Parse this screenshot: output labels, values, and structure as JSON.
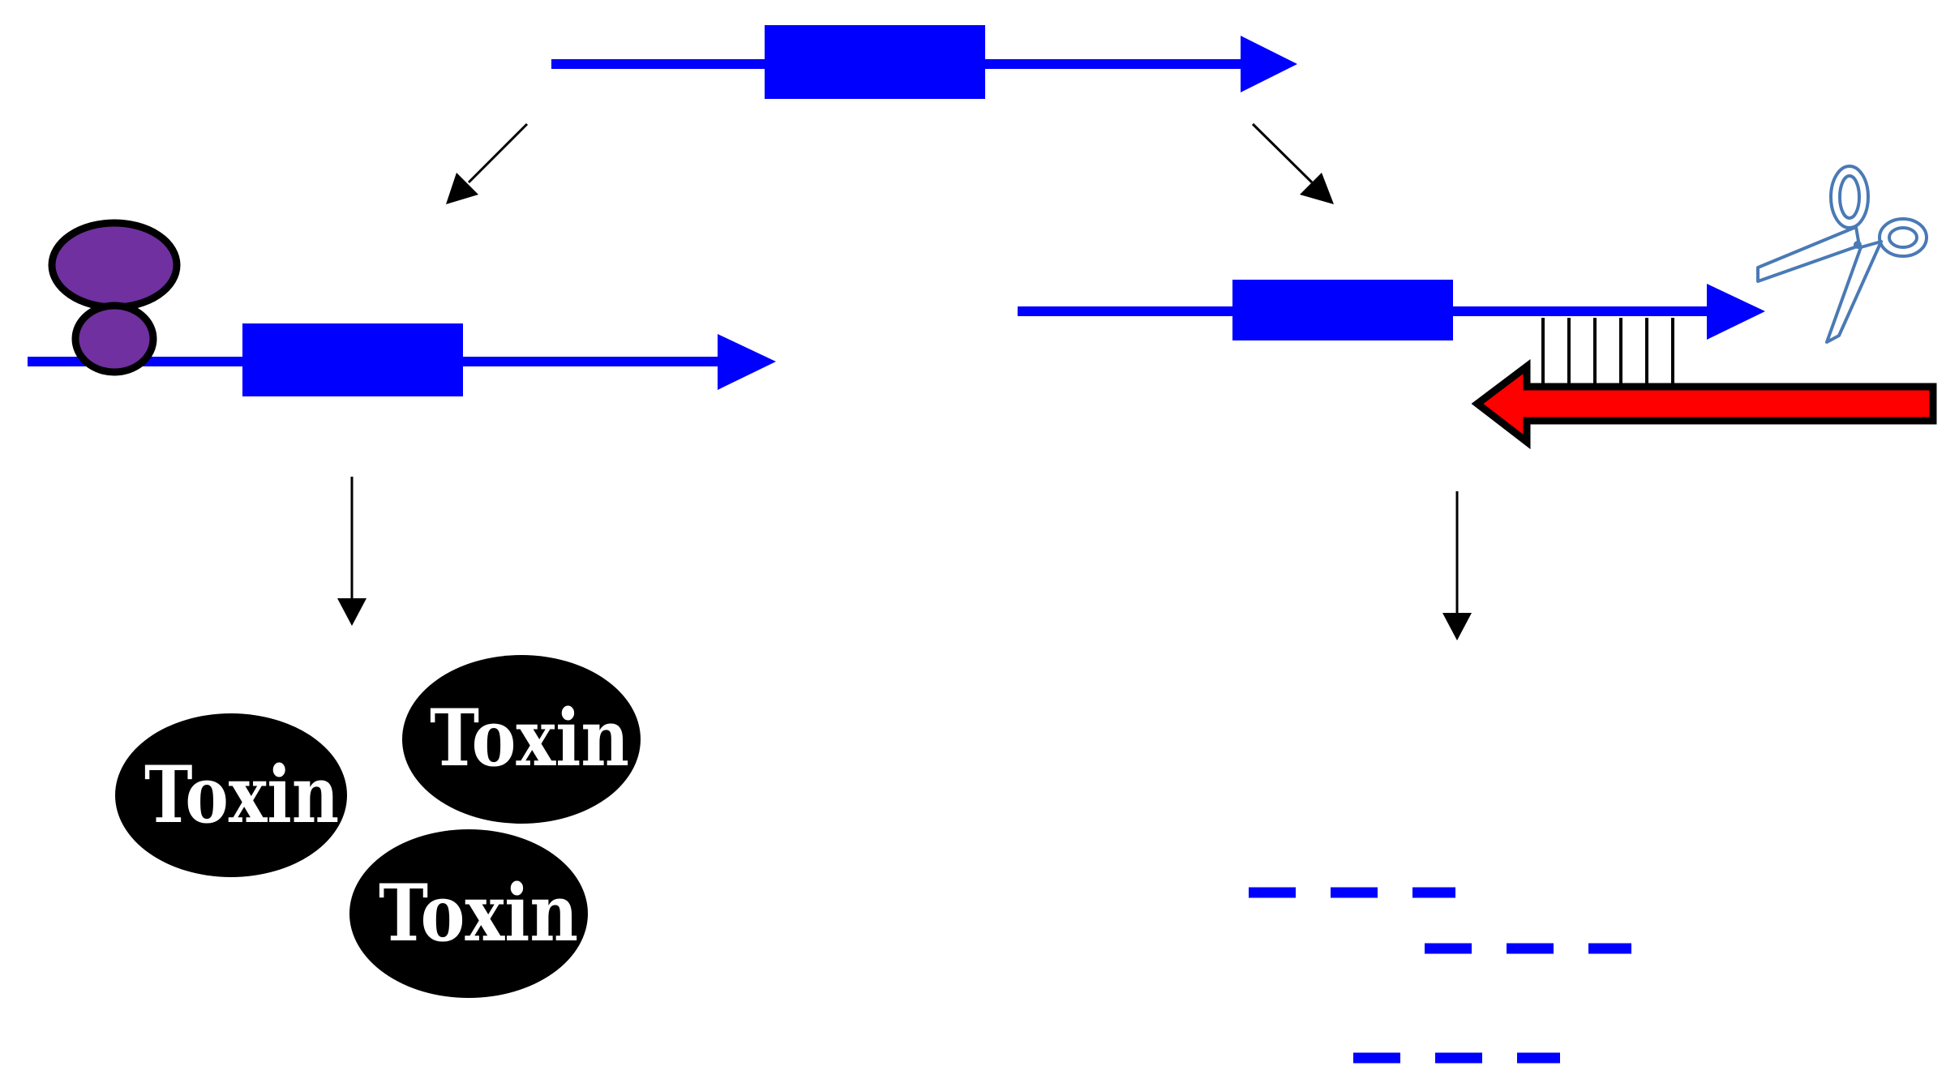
{
  "colors": {
    "mrna": "#0000ff",
    "ribosome": "#7030a0",
    "antisense": "#ff0000",
    "outline": "#000000",
    "scissors": "#4a7ab5",
    "toxin_fill": "#000000",
    "toxin_text": "#ffffff"
  },
  "icons": {
    "scissors": "scissors-icon"
  },
  "toxins": [
    {
      "label": "Toxin"
    },
    {
      "label": "Toxin"
    },
    {
      "label": "Toxin"
    }
  ]
}
